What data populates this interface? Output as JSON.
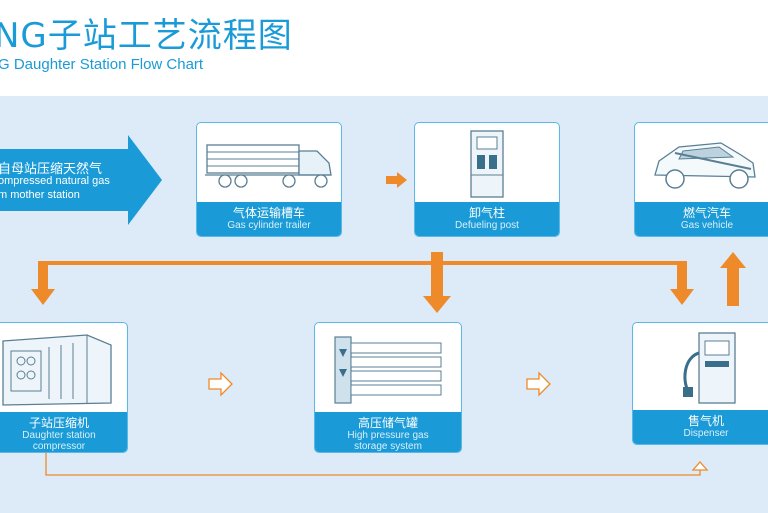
{
  "header": {
    "title_zh": "NG子站工艺流程图",
    "title_en": "G Daughter Station Flow Chart"
  },
  "source_arrow": {
    "line1": "自母站压缩天然气",
    "line2": "ompressed natural gas",
    "line3": "m mother station"
  },
  "cards": {
    "trailer": {
      "zh": "气体运输槽车",
      "en": "Gas cylinder trailer"
    },
    "defueling": {
      "zh": "卸气柱",
      "en": "Defueling post"
    },
    "vehicle": {
      "zh": "燃气汽车",
      "en": "Gas vehicle"
    },
    "compressor": {
      "zh": "子站压缩机",
      "en1": "Daughter station",
      "en2": "compressor"
    },
    "storage": {
      "zh": "高压储气罐",
      "en1": "High pressure gas",
      "en2": "storage system"
    },
    "dispenser": {
      "zh": "售气机",
      "en": "Dispenser"
    }
  },
  "colors": {
    "blue": "#1a9bd7",
    "panel": "#dcebf7",
    "orange": "#ef8a2a"
  }
}
